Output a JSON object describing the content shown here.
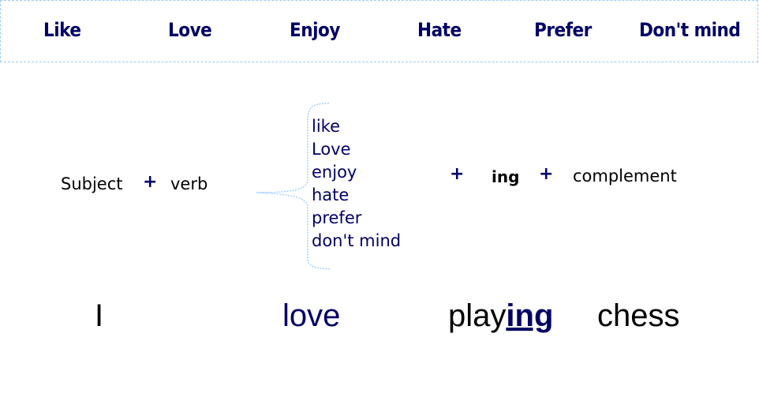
{
  "header_verbs": [
    "Like",
    "Love",
    "Enjoy",
    "Hate",
    "Prefer",
    "Don't mind"
  ],
  "formula": {
    "subject": "Subject",
    "plus": "+",
    "verb": "verb",
    "verb_list": [
      "like",
      "Love",
      "enjoy",
      "hate",
      "prefer",
      "don't mind"
    ],
    "ing": "ing",
    "complement": "complement"
  },
  "example": {
    "subject": "I",
    "verb": "love",
    "gerund_stem": "play",
    "gerund_suffix": "ing",
    "object": "chess"
  },
  "colors": {
    "navy": "#000066",
    "border": "#99ccff"
  }
}
